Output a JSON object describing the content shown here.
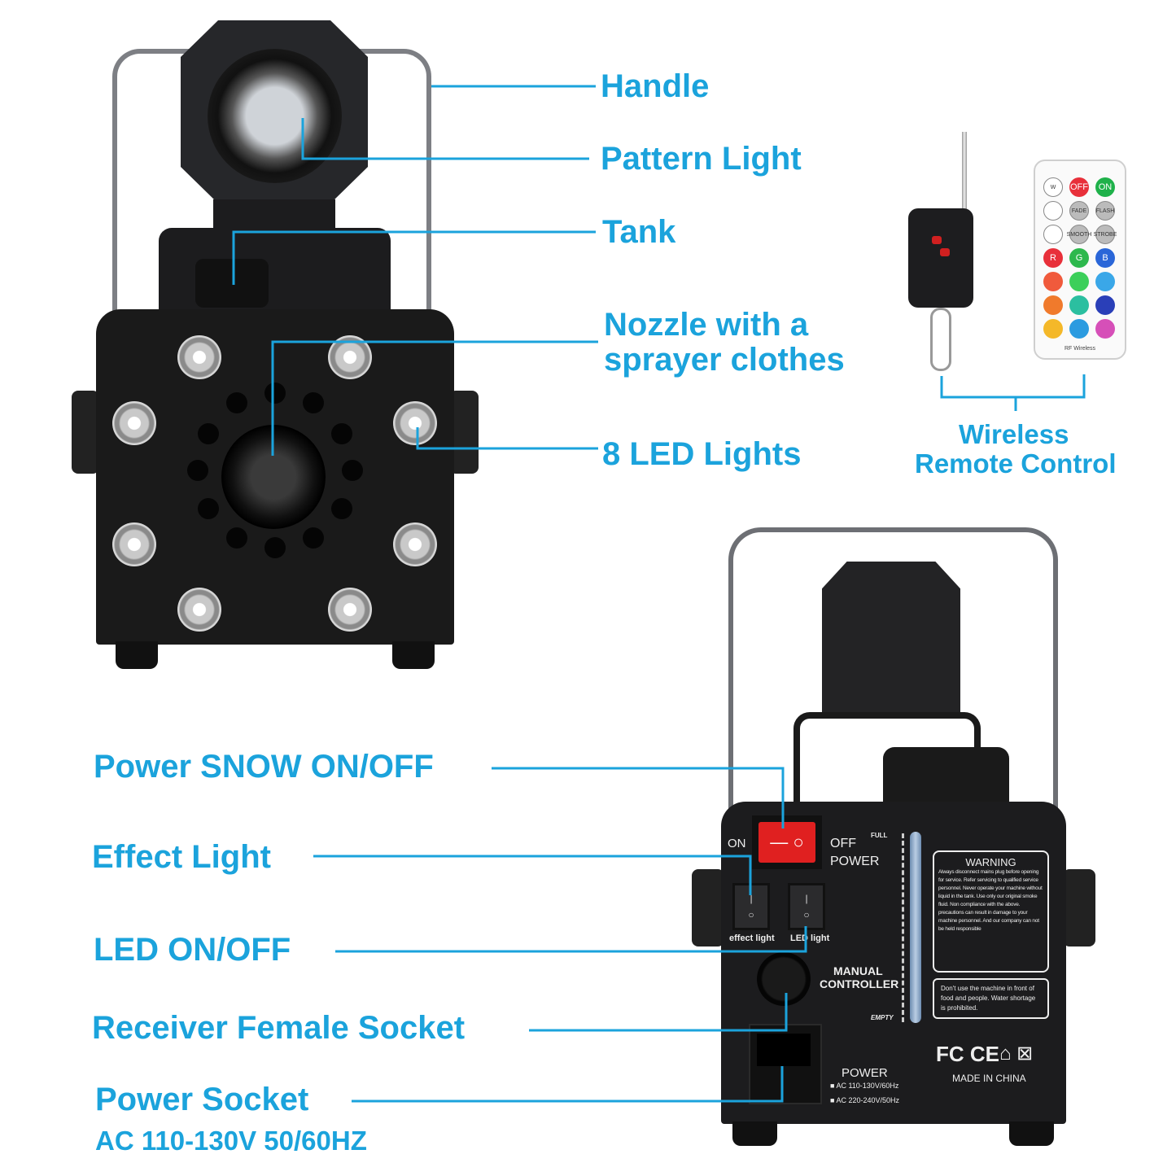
{
  "labels": {
    "handle": "Handle",
    "pattern_light": "Pattern Light",
    "tank": "Tank",
    "nozzle_line1": "Nozzle with a",
    "nozzle_line2": "sprayer clothes",
    "led_lights": "8 LED Lights",
    "remote_line1": "Wireless",
    "remote_line2": "Remote Control",
    "power_snow": "Power SNOW ON/OFF",
    "effect_light": "Effect Light",
    "led_onoff": "LED ON/OFF",
    "receiver_socket": "Receiver Female Socket",
    "power_socket": "Power Socket",
    "power_socket_spec": "AC 110-130V 50/60HZ"
  },
  "remote": {
    "buttons": [
      "W",
      "OFF",
      "ON",
      "",
      "FADE",
      "FLASH",
      "",
      "SMOOTH",
      "STROBE",
      "R",
      "G",
      "B",
      "",
      "",
      "",
      "",
      "",
      "",
      "",
      "",
      "",
      "",
      "",
      ""
    ],
    "button_colors": [
      "#fff",
      "#e8303a",
      "#1fb14a",
      "#fff",
      "#bbb",
      "#bbb",
      "#fff",
      "#bbb",
      "#bbb",
      "#e8303a",
      "#2db84d",
      "#2a66d8",
      "#f05a3c",
      "#3ccf5a",
      "#3aa7e8",
      "#f07a2c",
      "#2bbfa0",
      "#2a3fb8",
      "#f4b829",
      "#2b9be0",
      "#d64fb8",
      "",
      "",
      ""
    ],
    "brand": "RF Wireless"
  },
  "back_panel": {
    "on": "ON",
    "off": "OFF",
    "power": "POWER",
    "full": "FULL",
    "empty": "EMPTY",
    "effect_light": "effect light",
    "led_light": "LED light",
    "manual_controller_1": "MANUAL",
    "manual_controller_2": "CONTROLLER",
    "power_label": "POWER",
    "voltage_1": "AC 110-130V/60Hz",
    "voltage_2": "AC 220-240V/50Hz",
    "warning_title": "WARNING",
    "warning_text": "Always disconnect mains plug before opening for service. Refer servicing to qualified service personnel. Never operate your machine without liquid in the tank. Use only our original smoke fluid. Non compliance with the above. precautions can result in damage to your machine personnel. And our company can not be held responsible",
    "notice_text": "Don't use the machine in front of food and people. Water shortage is prohibited.",
    "certifications": "FC CE",
    "made_in": "MADE IN CHINA"
  },
  "colors": {
    "accent": "#1ba3dc",
    "body": "#1c1c1e",
    "power_switch": "#e02020"
  }
}
